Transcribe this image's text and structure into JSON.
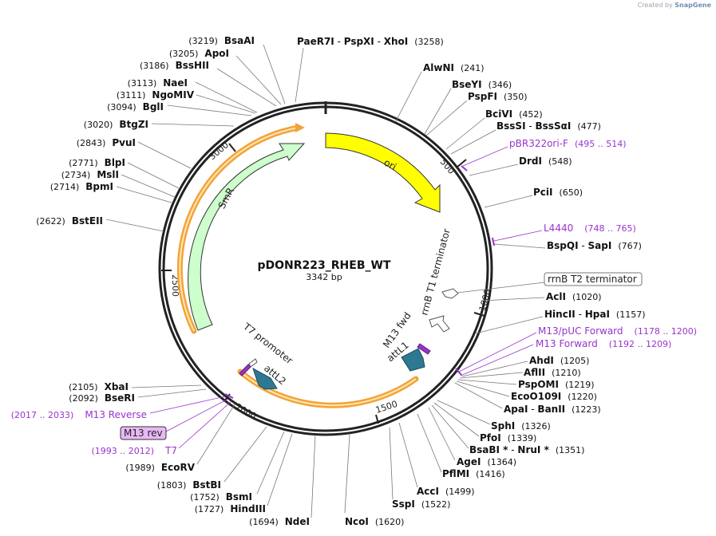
{
  "credit": {
    "prefix": "Created by",
    "brand": "SnapGene"
  },
  "plasmid": {
    "name": "pDONR223_RHEB_WT",
    "length": "3342 bp"
  },
  "ring_ticks": [
    "500",
    "1000",
    "1500",
    "2000",
    "2500",
    "3000"
  ],
  "features": {
    "ori": "ori",
    "smr": "SmR",
    "t7_promoter": "T7 promoter",
    "attl2": "attL2",
    "m13_fwd": "M13 fwd",
    "attl1": "attL1",
    "rrnb_t1": "rrnB T1 terminator"
  },
  "right_labels": [
    {
      "name": "AlwNI",
      "pos": "(241)"
    },
    {
      "name": "BseYI",
      "pos": "(346)"
    },
    {
      "name": "PspFI",
      "pos": "(350)"
    },
    {
      "name": "BciVI",
      "pos": "(452)"
    },
    {
      "name": "BssSI",
      "name2": "BssSαI",
      "pos": "(477)"
    },
    {
      "name": "pBR322ori-F",
      "pos": "(495 .. 514)",
      "primer": true
    },
    {
      "name": "DrdI",
      "pos": "(548)"
    },
    {
      "name": "PciI",
      "pos": "(650)"
    },
    {
      "name": "L4440",
      "pos": "(748 .. 765)",
      "primer": true
    },
    {
      "name": "BspQI",
      "name2": "SapI",
      "pos": "(767)"
    },
    {
      "name": "rrnB T2 terminator",
      "boxed": true
    },
    {
      "name": "AclI",
      "pos": "(1020)"
    },
    {
      "name": "HincII",
      "name2": "HpaI",
      "pos": "(1157)"
    },
    {
      "name": "M13/pUC Forward",
      "pos": "(1178 .. 1200)",
      "primer": true
    },
    {
      "name": "M13 Forward",
      "pos": "(1192 .. 1209)",
      "primer": true
    },
    {
      "name": "AhdI",
      "pos": "(1205)"
    },
    {
      "name": "AflII",
      "pos": "(1210)"
    },
    {
      "name": "PspOMI",
      "pos": "(1219)"
    },
    {
      "name": "EcoO109I",
      "pos": "(1220)"
    },
    {
      "name": "ApaI",
      "name2": "BanII",
      "pos": "(1223)"
    },
    {
      "name": "SphI",
      "pos": "(1326)"
    },
    {
      "name": "PfoI",
      "pos": "(1339)"
    },
    {
      "name": "BsaBI *",
      "name2": "NruI *",
      "pos": "(1351)"
    },
    {
      "name": "AgeI",
      "pos": "(1364)"
    },
    {
      "name": "PflMI",
      "pos": "(1416)"
    },
    {
      "name": "AccI",
      "pos": "(1499)"
    },
    {
      "name": "SspI",
      "pos": "(1522)"
    },
    {
      "name": "NcoI",
      "pos": "(1620)"
    }
  ],
  "top_label": {
    "name": "PaeR7I",
    "name2": "PspXI",
    "name3": "XhoI",
    "pos": "(3258)"
  },
  "left_labels": [
    {
      "name": "BsaAI",
      "pos": "(3219)"
    },
    {
      "name": "ApoI",
      "pos": "(3205)"
    },
    {
      "name": "BssHII",
      "pos": "(3186)"
    },
    {
      "name": "NaeI",
      "pos": "(3113)"
    },
    {
      "name": "NgoMIV",
      "pos": "(3111)"
    },
    {
      "name": "BglI",
      "pos": "(3094)"
    },
    {
      "name": "BtgZI",
      "pos": "(3020)"
    },
    {
      "name": "PvuI",
      "pos": "(2843)"
    },
    {
      "name": "BlpI",
      "pos": "(2771)"
    },
    {
      "name": "MslI",
      "pos": "(2734)"
    },
    {
      "name": "BpmI",
      "pos": "(2714)"
    },
    {
      "name": "BstEII",
      "pos": "(2622)"
    },
    {
      "name": "XbaI",
      "pos": "(2105)"
    },
    {
      "name": "BseRI",
      "pos": "(2092)"
    },
    {
      "name": "M13 Reverse",
      "pos": "(2017 .. 2033)",
      "primer": true
    },
    {
      "name": "M13 rev",
      "boxed": true
    },
    {
      "name": "T7",
      "pos": "(1993 .. 2012)",
      "primer": true
    },
    {
      "name": "EcoRV",
      "pos": "(1989)"
    },
    {
      "name": "BstBI",
      "pos": "(1803)"
    },
    {
      "name": "BsmI",
      "pos": "(1752)"
    },
    {
      "name": "HindIII",
      "pos": "(1727)"
    },
    {
      "name": "NdeI",
      "pos": "(1694)"
    }
  ],
  "colors": {
    "ring": "#222222",
    "ori": "#ffff00",
    "smr": "#ccffcc",
    "orange": "#f3a33a",
    "teal": "#2e7892",
    "primer": "#9933cc",
    "enzyme_line": "#777777"
  }
}
